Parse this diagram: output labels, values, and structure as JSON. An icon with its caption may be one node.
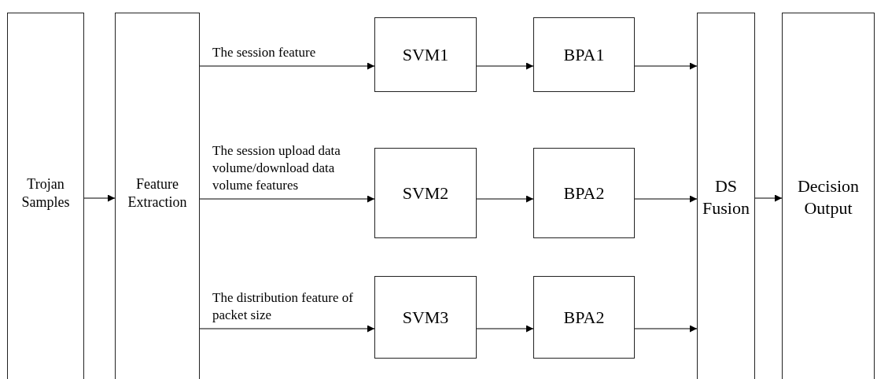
{
  "diagram": {
    "nodes": [
      {
        "text": [
          "Trojan Samples"
        ]
      },
      {
        "text": [
          "Feature Extraction"
        ]
      },
      {
        "text": [
          "SVM1"
        ]
      },
      {
        "text": [
          "BPA1"
        ]
      },
      {
        "text": [
          "SVM2"
        ]
      },
      {
        "text": [
          "BPA2"
        ]
      },
      {
        "text": [
          "SVM3"
        ]
      },
      {
        "text": [
          "BPA2"
        ]
      },
      {
        "text": [
          "DS Fusion"
        ]
      },
      {
        "text": [
          "Decision Output"
        ]
      }
    ],
    "edges": [
      {
        "from": 0,
        "to": 1,
        "arrow": "to"
      },
      {
        "from": 1,
        "to": 2,
        "arrow": "to",
        "label": "The session feature"
      },
      {
        "from": 2,
        "to": 3,
        "arrow": "to"
      },
      {
        "from": 3,
        "to": 8,
        "arrow": "to"
      },
      {
        "from": 1,
        "to": 4,
        "arrow": "to",
        "label": "The session upload data volume/download data volume features"
      },
      {
        "from": 4,
        "to": 5,
        "arrow": "to"
      },
      {
        "from": 5,
        "to": 8,
        "arrow": "to"
      },
      {
        "from": 1,
        "to": 6,
        "arrow": "to",
        "label": "The distribution feature of packet size"
      },
      {
        "from": 6,
        "to": 7,
        "arrow": "to"
      },
      {
        "from": 7,
        "to": 8,
        "arrow": "to"
      },
      {
        "from": 8,
        "to": 9,
        "arrow": "to"
      }
    ]
  }
}
